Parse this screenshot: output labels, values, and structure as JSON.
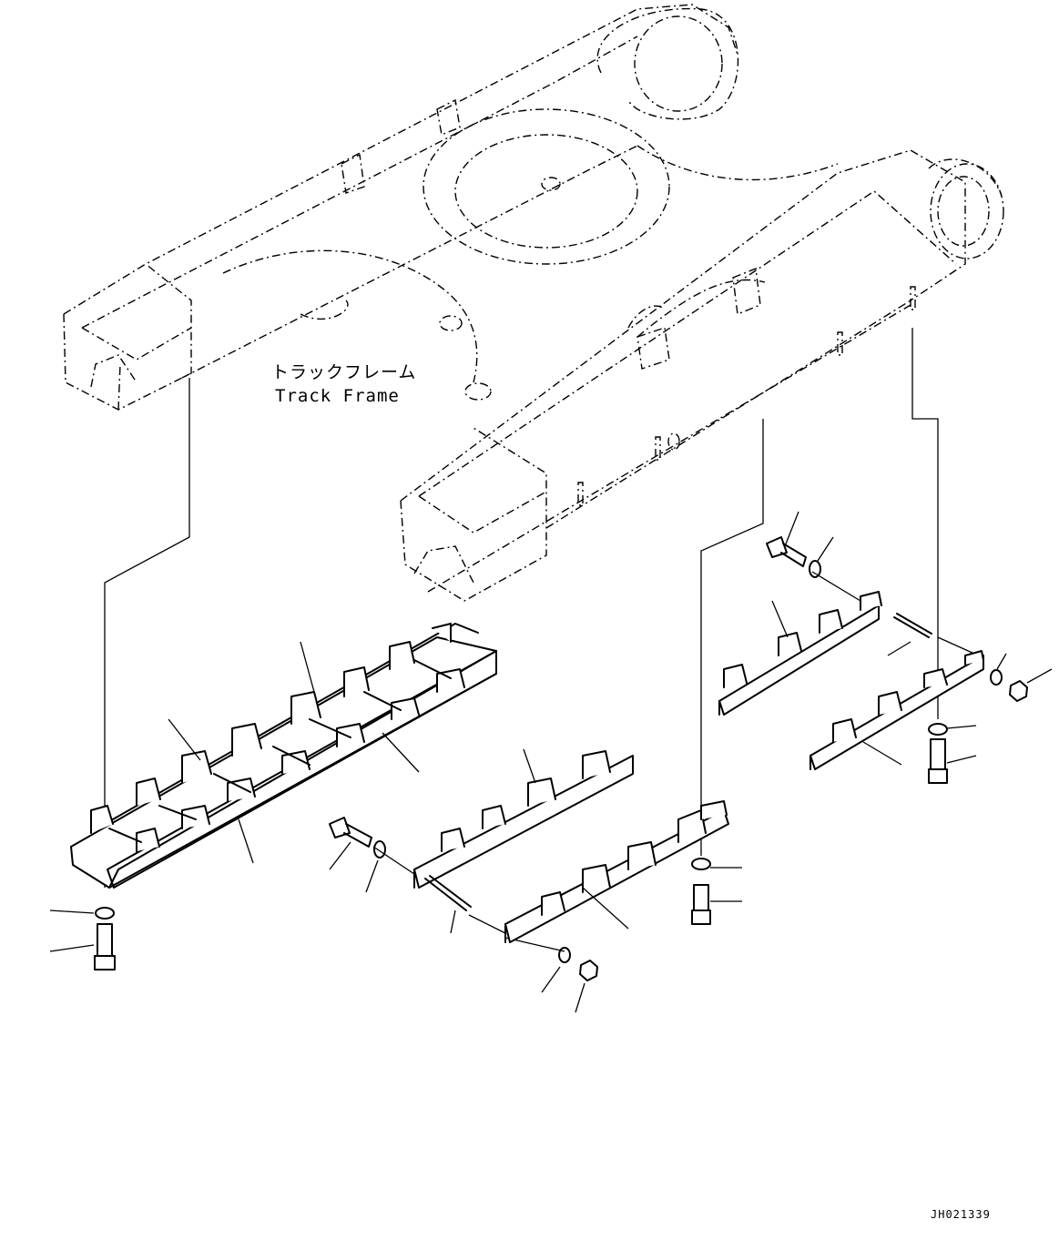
{
  "labels": {
    "frame_jp": "トラックフレーム",
    "frame_en": "Track Frame"
  },
  "drawing_code": "JH021339",
  "colors": {
    "ink": "#000000",
    "paper": "#ffffff"
  }
}
